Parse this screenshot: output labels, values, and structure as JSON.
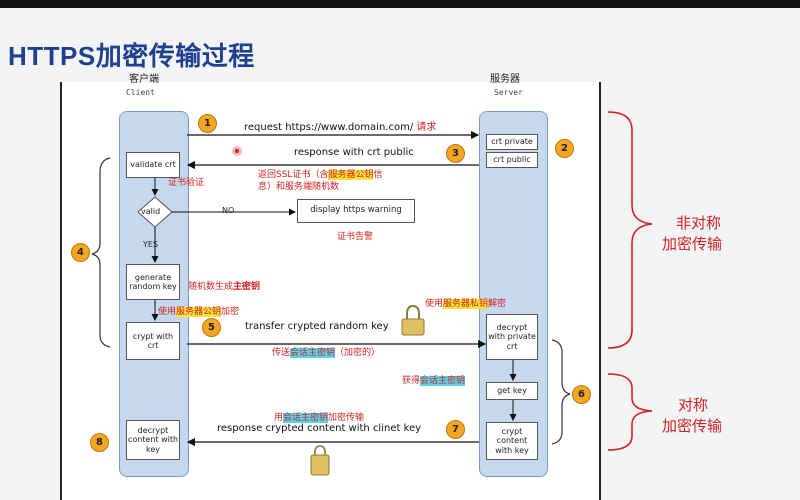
{
  "title": "HTTPS加密传输过程",
  "client": {
    "cn": "客户端",
    "en": "Client"
  },
  "server": {
    "cn": "服务器",
    "en": "Server"
  },
  "boxes": {
    "validate": "validate crt",
    "valid": "valid",
    "display_warning": "display https warning",
    "generate": "generate random key",
    "crypt_with": "crypt with crt",
    "decrypt_client": "decrypt content with key",
    "crt_private": "crt private",
    "crt_public": "crt public",
    "decrypt_server": "decrypt with private crt",
    "get_key": "get key",
    "crypt_server": "crypt content with key"
  },
  "messages": {
    "m1": "request https://www.domain.com/",
    "m1_cn": "请求",
    "m3": "response with crt public",
    "m3_cn_a": "返回SSL证书（含",
    "m3_cn_hl": "服务器公钥",
    "m3_cn_b": "信",
    "m3_cn_c": "息）和服务端随机数",
    "cert_verify": "证书验证",
    "no": "NO",
    "yes": "YES",
    "cert_warning": "证书告警",
    "gen_a": "随机数生成",
    "gen_b": "主密钥",
    "use_pub_a": "使用",
    "use_pub_hl": "服务器公钥",
    "use_pub_b": "加密",
    "use_priv_a": "使用",
    "use_priv_hl": "服务器私钥",
    "use_priv_b": "解密",
    "m5": "transfer crypted random key",
    "m5_cn_a": "传送",
    "m5_cn_hl": "会话主密钥",
    "m5_cn_b": "（加密的）",
    "get_a": "获得",
    "get_hl": "会话主密钥",
    "use_sess_a": "用",
    "use_sess_hl": "会话主密钥",
    "use_sess_b": "加密传输",
    "m7": "response crypted content with clinet key"
  },
  "steps": [
    "1",
    "2",
    "3",
    "4",
    "5",
    "6",
    "7",
    "8"
  ],
  "right_labels": {
    "asym_1": "非对称",
    "asym_2": "加密传输",
    "sym_1": "对称",
    "sym_2": "加密传输"
  },
  "colors": {
    "title": "#1f3f8f",
    "annotation": "#d42020",
    "highlight_yellow": "#f7e43a",
    "highlight_cyan": "#56d6ea",
    "step_circle": "#f5a623",
    "lane": "#c5d8ee"
  }
}
